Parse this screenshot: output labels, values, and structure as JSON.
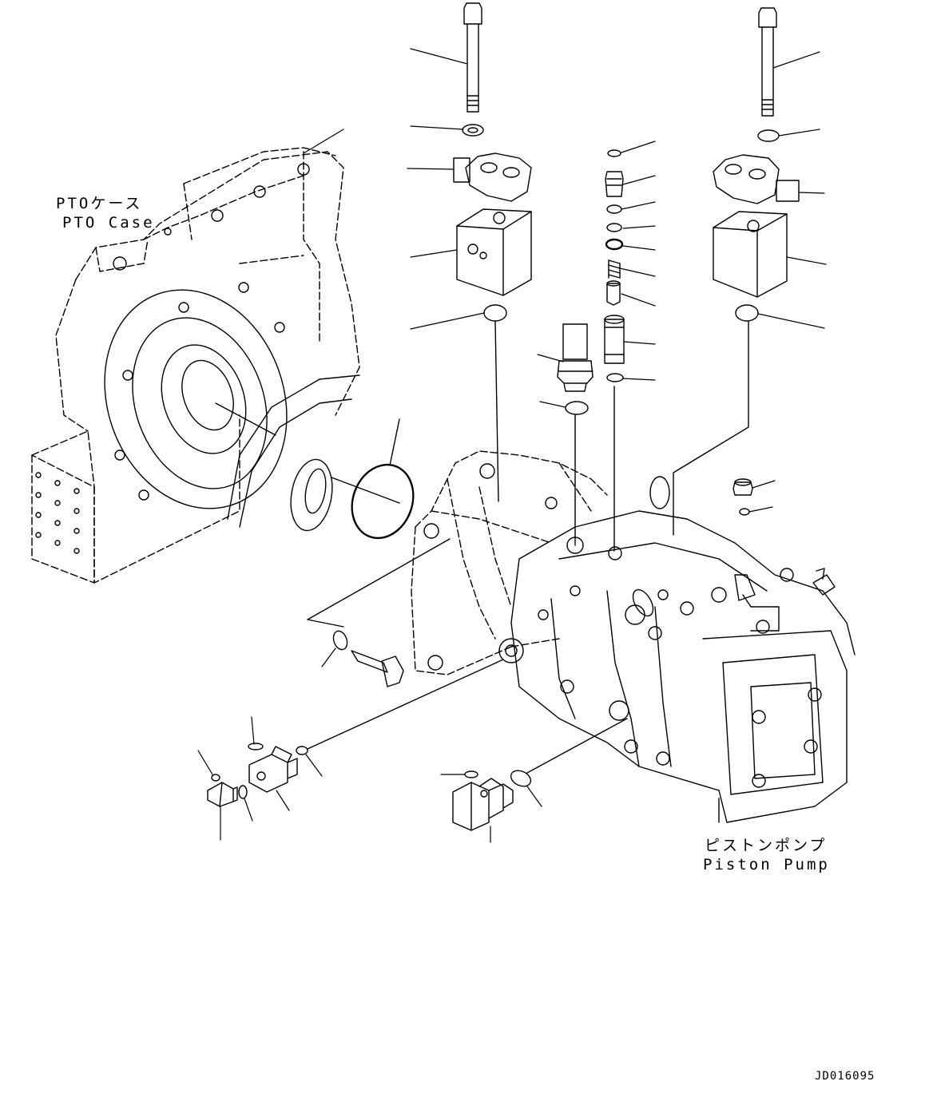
{
  "labels": {
    "pto_case_jp": "PTOケース",
    "pto_case_en": "PTO Case",
    "piston_pump_jp": "ピストンポンプ",
    "piston_pump_en": "Piston Pump",
    "drawing_code": "JD016095"
  }
}
